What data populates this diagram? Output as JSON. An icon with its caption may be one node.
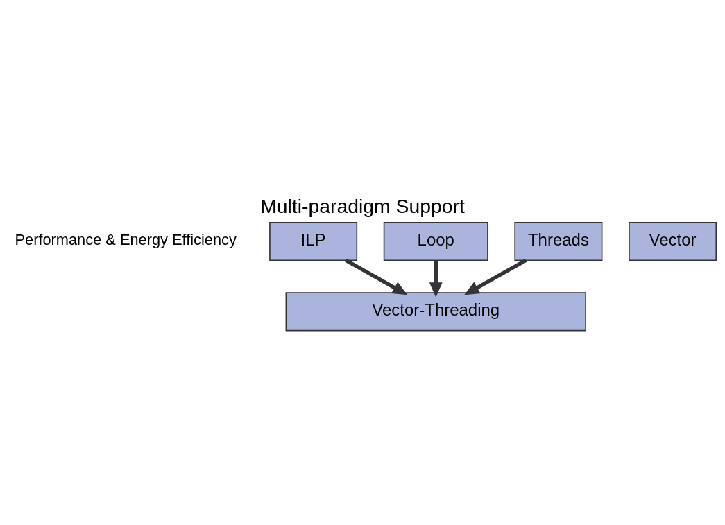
{
  "diagram": {
    "title": "Multi-paradigm Support",
    "nodes": [
      {
        "text": [
          "Vector"
        ]
      },
      {
        "text": [
          "Loop"
        ]
      },
      {
        "text": [
          "Threads"
        ]
      },
      {
        "text": [
          "ILP"
        ]
      },
      {
        "text": [
          "Vector-Threading"
        ]
      }
    ],
    "edges": [
      {
        "from": 3,
        "to": 4,
        "arrow": "to"
      },
      {
        "from": 2,
        "to": 4,
        "arrow": "to"
      },
      {
        "from": 1,
        "to": 4,
        "arrow": "to"
      }
    ],
    "labels": [
      "Performance & Energy Efficiency"
    ]
  }
}
